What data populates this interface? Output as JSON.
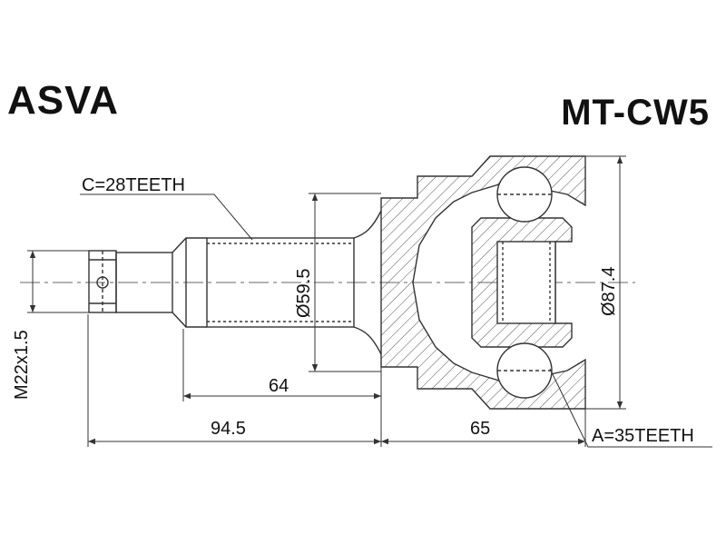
{
  "brand": "ASVA",
  "part_number": "MT-CW5",
  "labels": {
    "spline_c": "C=28TEETH",
    "spline_a": "A=35TEETH",
    "diameter_shaft": "Ø59.5",
    "diameter_housing": "Ø87.4",
    "thread": "M22x1.5",
    "len_64": "64",
    "len_945": "94.5",
    "len_65": "65"
  },
  "colors": {
    "line": "#333333",
    "hatch": "#555555",
    "background": "#ffffff"
  }
}
